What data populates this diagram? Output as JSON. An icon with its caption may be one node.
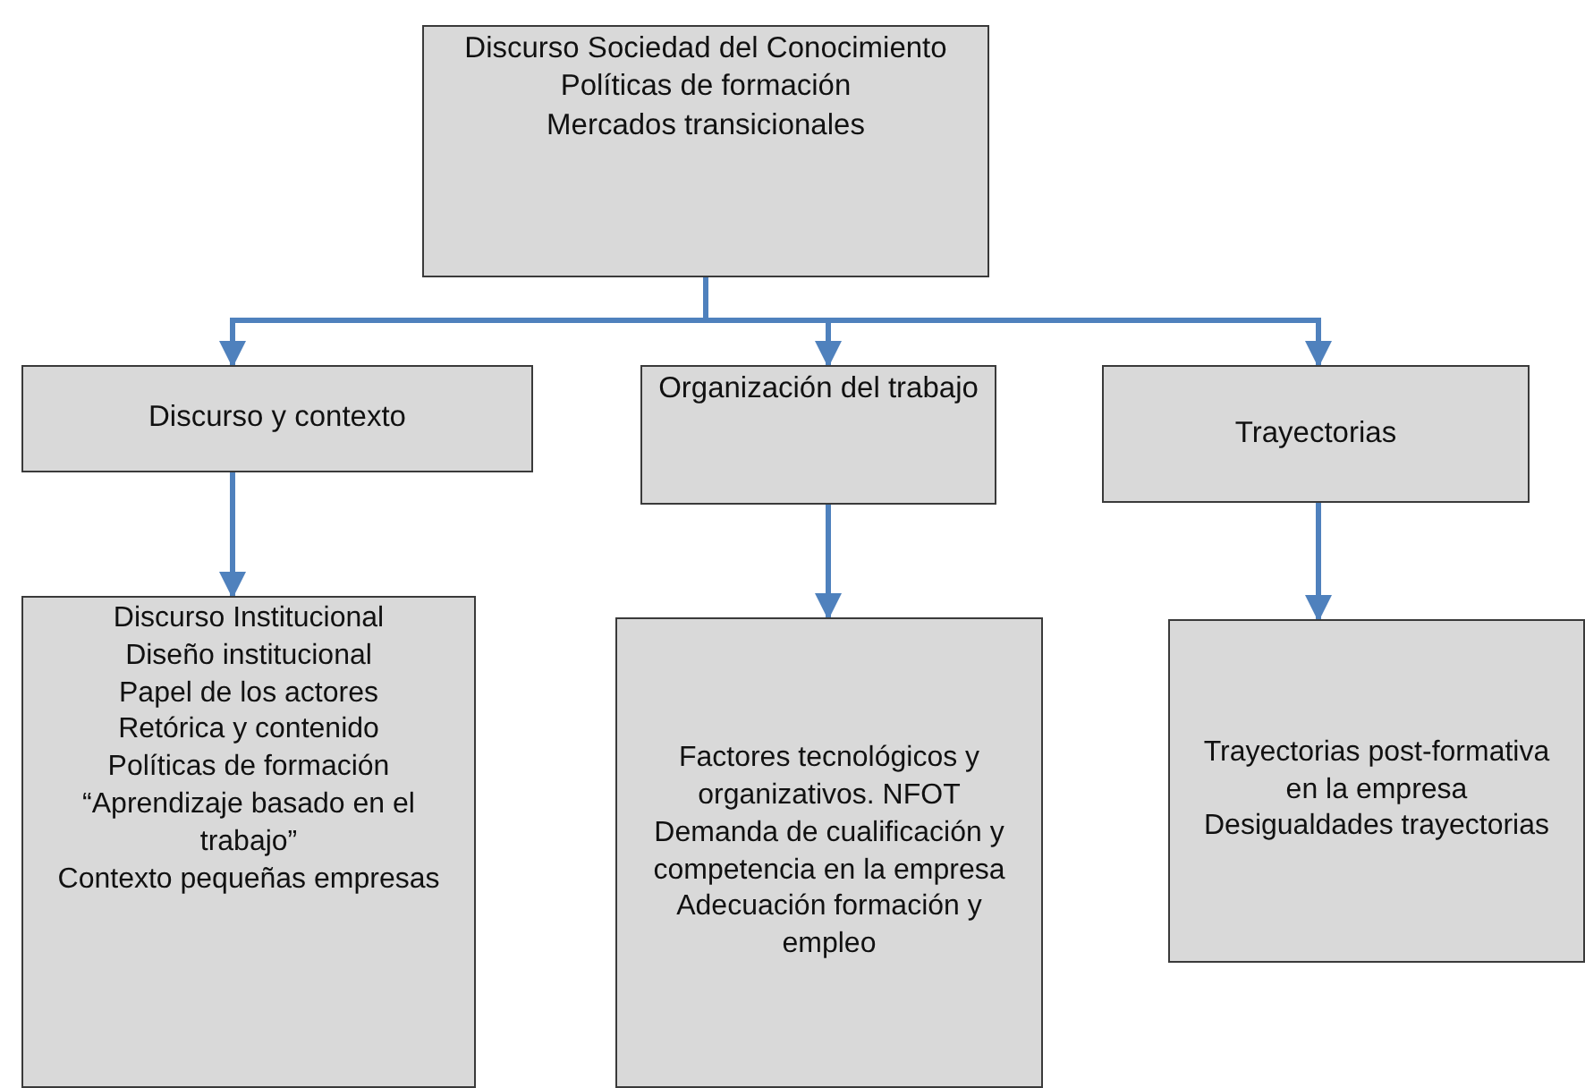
{
  "diagram": {
    "nodes": [
      {
        "text": [
          "Discurso Sociedad del Conocimiento",
          "Políticas de formación",
          "Mercados transicionales"
        ]
      },
      {
        "text": [
          "Discurso y contexto"
        ]
      },
      {
        "text": [
          "Organización del trabajo"
        ]
      },
      {
        "text": [
          "Trayectorias"
        ]
      },
      {
        "text": [
          "Discurso Institucional",
          "Diseño institucional",
          "Papel de los actores",
          "Retórica y contenido",
          "Políticas de formación",
          "“Aprendizaje basado en el trabajo”",
          "Contexto pequeñas empresas"
        ]
      },
      {
        "text": [
          "Factores tecnológicos y organizativos. NFOT",
          "Demanda de cualificación y competencia en la empresa",
          "Adecuación formación y empleo"
        ]
      },
      {
        "text": [
          "Trayectorias post-formativa en la empresa",
          "Desigualdades trayectorias"
        ]
      }
    ],
    "edges": [
      {
        "from": 0,
        "to": 1,
        "arrow": "to"
      },
      {
        "from": 0,
        "to": 2,
        "arrow": "to"
      },
      {
        "from": 0,
        "to": 3,
        "arrow": "to"
      },
      {
        "from": 1,
        "to": 4,
        "arrow": "to"
      },
      {
        "from": 2,
        "to": 5,
        "arrow": "to"
      },
      {
        "from": 3,
        "to": 6,
        "arrow": "to"
      }
    ]
  }
}
